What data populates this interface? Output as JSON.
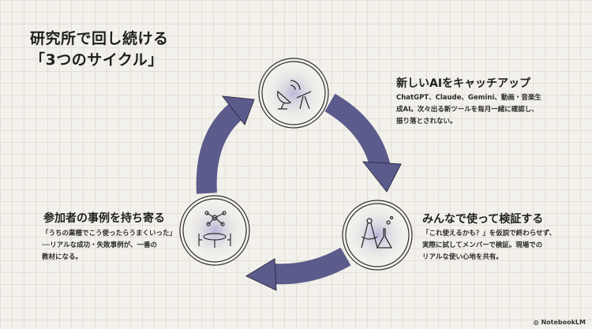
{
  "title": {
    "line1": "研究所で回し続ける",
    "line2": "「3つのサイクル」"
  },
  "steps": [
    {
      "heading": "新しいAIをキャッチアップ",
      "lines": [
        "ChatGPT、Claude、Gemini、動画・音楽生",
        "成AI。次々出る新ツールを毎月一緒に確認し、",
        "振り落とされない。"
      ],
      "icon": "satellite-telescope-icon"
    },
    {
      "heading": "みんなで使って検証する",
      "lines": [
        "「これ使えるかも？」を仮説で終わらせず、",
        "実際に試してメンバーで検証。現場での",
        "リアルな使い心地を共有。"
      ],
      "icon": "compass-flask-icon"
    },
    {
      "heading": "参加者の事例を持ち寄る",
      "lines": [
        "「うちの業種でこう使ったらうまくいった」",
        "──リアルな成功・失敗事例が、一番の",
        "教材になる。"
      ],
      "icon": "network-meeting-icon"
    }
  ],
  "colors": {
    "arrow": "#5b5b8c",
    "accent": "#b9b6d8"
  },
  "brand": "NotebookLM"
}
